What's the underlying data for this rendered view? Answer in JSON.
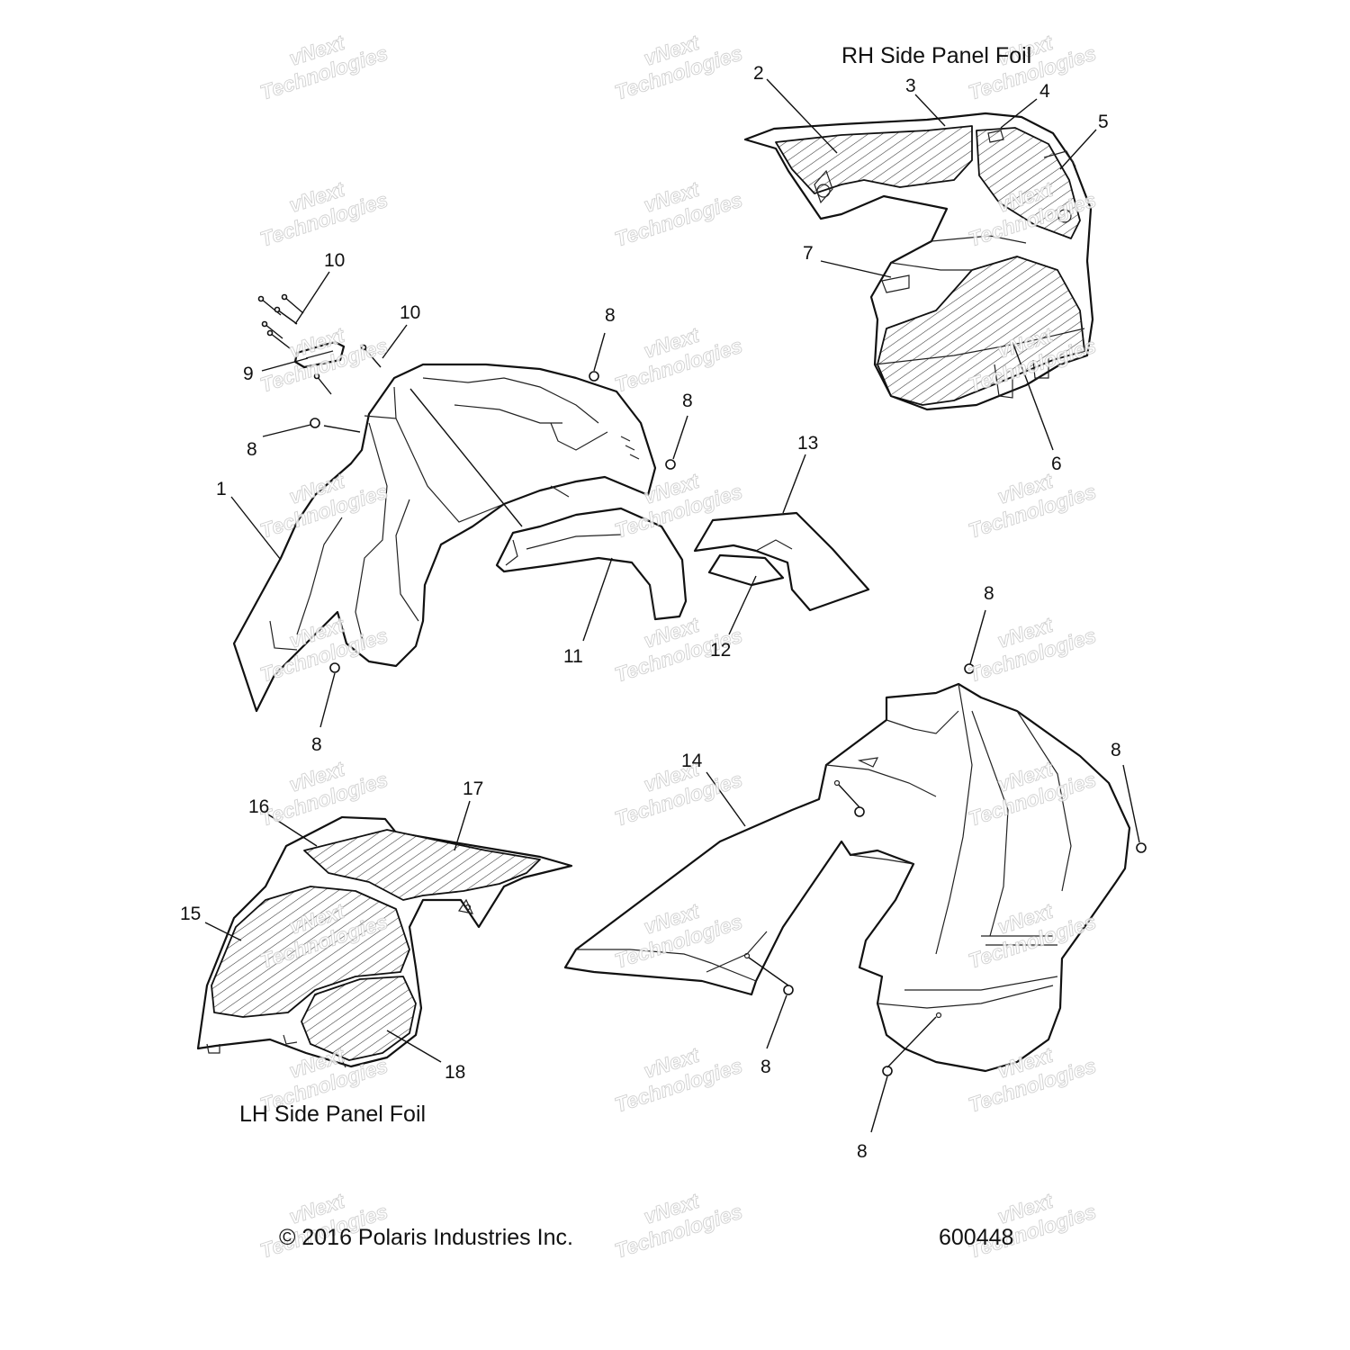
{
  "captions": {
    "rh_panel": "RH Side Panel Foil",
    "lh_panel": "LH Side Panel Foil",
    "copyright": "© 2016 Polaris Industries Inc.",
    "drawing_number": "600448"
  },
  "callouts": {
    "c1": "1",
    "c2": "2",
    "c3": "3",
    "c4": "4",
    "c5": "5",
    "c6": "6",
    "c7": "7",
    "c8": "8",
    "c9": "9",
    "c10": "10",
    "c11": "11",
    "c12": "12",
    "c13": "13",
    "c14": "14",
    "c15": "15",
    "c16": "16",
    "c17": "17",
    "c18": "18"
  },
  "watermark": {
    "line1": "vNext",
    "line2": "Technologies"
  }
}
